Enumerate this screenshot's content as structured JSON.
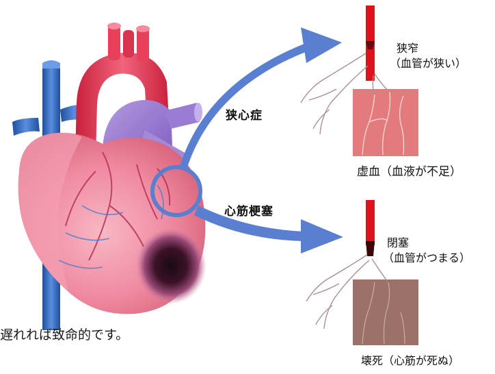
{
  "labels": {
    "angina": "狭心症",
    "infarction": "心筋梗塞",
    "stenosis": "狭窄",
    "stenosis_note": "（血管が狭い）",
    "ischemia": "虚血（血液が不足）",
    "occlusion": "閉塞",
    "occlusion_note": "（血管がつまる）",
    "necrosis": "壊死（心筋が死ぬ）",
    "caption": "遅れれば致命的です。"
  },
  "colors": {
    "heart": "#f08aa0",
    "aorta": "#e8405a",
    "vein": "#3a6fc4",
    "arrow": "#5a7fd0",
    "ischemia_tissue": "#e37a7c",
    "necrosis_tissue": "#9c7169",
    "artery": "#e0101c"
  }
}
